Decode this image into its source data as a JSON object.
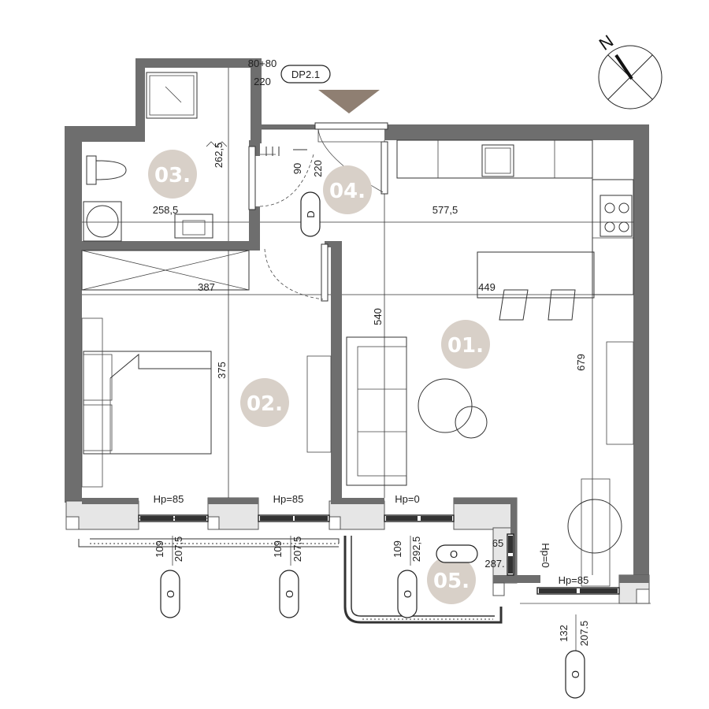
{
  "colors": {
    "wall": "#6e6e6e",
    "room_badge": "#d8d0c8",
    "room_badge_text": "#ffffff",
    "entrance_marker": "#8f7f72",
    "balcony_ledge": "#e6e6e6"
  },
  "labels": {
    "top_dim": "80+80",
    "top_220": "220",
    "door_tag": "DP2.1",
    "compass_letter": "N"
  },
  "rooms": [
    {
      "number": "01."
    },
    {
      "number": "02."
    },
    {
      "number": "03."
    },
    {
      "number": "04."
    },
    {
      "number": "05."
    }
  ],
  "dimensions": {
    "d_262_5": "262,5",
    "d_90": "90",
    "d_220b": "220",
    "d_258_5": "258,5",
    "d_577_5": "577,5",
    "d_387": "387",
    "d_449": "449",
    "d_540": "540",
    "d_375": "375",
    "d_679": "679"
  },
  "window_labels": {
    "hp85_a": "Hp=85",
    "hp85_b": "Hp=85",
    "hp0_a": "Hp=0",
    "hp0_b": "Hp=0",
    "hp85_c": "Hp=85"
  },
  "sill_dims": {
    "w1_109": "109",
    "w1_207_5": "207,5",
    "w2_109": "109",
    "w2_207_5": "207,5",
    "w3_109": "109",
    "w3_292_5": "292,5",
    "w4_65": "65",
    "w4_287": "287.",
    "w5_132": "132",
    "w5_207_5": "207.5"
  },
  "window_tags": {
    "o1": "O",
    "o2": "O",
    "o3": "O",
    "o4": "O",
    "o5": "O",
    "d1": "D"
  }
}
